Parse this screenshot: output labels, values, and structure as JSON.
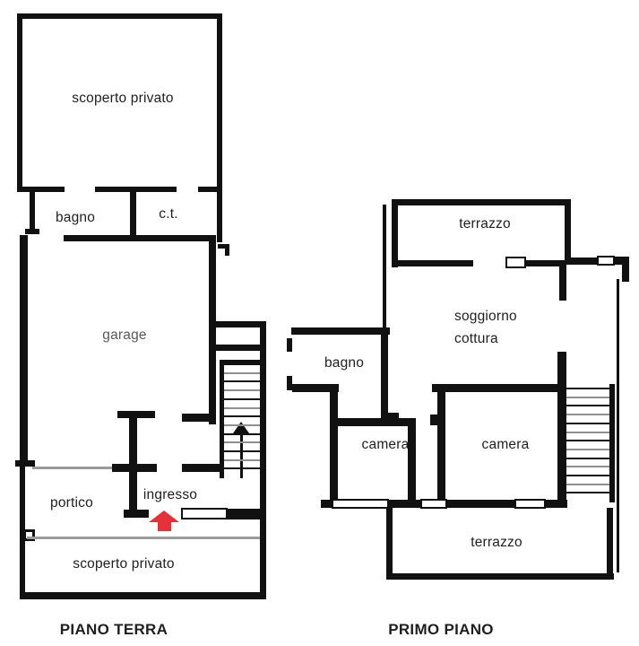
{
  "ground_floor": {
    "title": "PIANO TERRA",
    "rooms": {
      "scoperto_privato_top": "scoperto privato",
      "bagno": "bagno",
      "ct": "c.t.",
      "garage": "garage",
      "ingresso": "ingresso",
      "portico": "portico",
      "scoperto_privato_bottom": "scoperto privato"
    }
  },
  "first_floor": {
    "title": "PRIMO PIANO",
    "rooms": {
      "terrazzo_top": "terrazzo",
      "soggiorno_cottura": "soggiorno cottura",
      "bagno": "bagno",
      "camera_left": "camera",
      "camera_right": "camera",
      "terrazzo_bottom": "terrazzo"
    }
  },
  "colors": {
    "wall": "#111111",
    "label_text": "#1f1f1f",
    "garage_label": "#595959",
    "entrance_arrow_red": "#e5323a",
    "step_line_gray": "#8f8f8f",
    "open_boundary_gray": "#9b9b9b"
  }
}
